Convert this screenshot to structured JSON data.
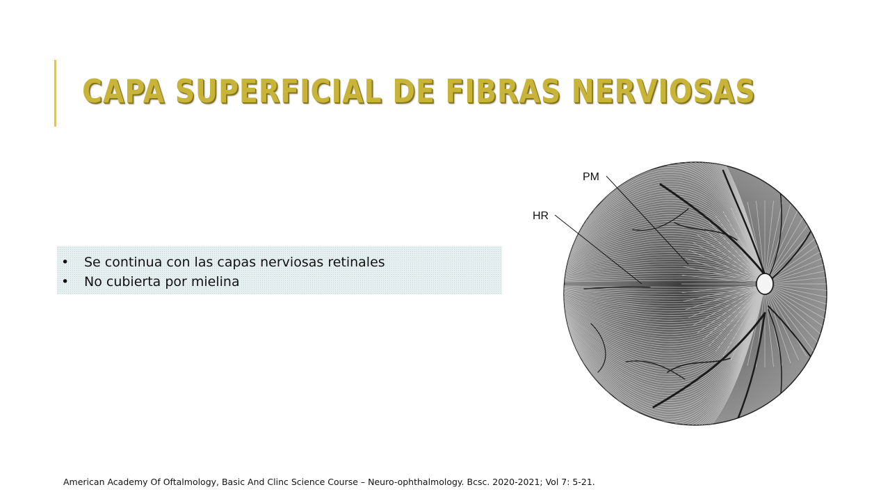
{
  "slide": {
    "title": "CAPA SUPERFICIAL DE FIBRAS NERVIOSAS",
    "bullets": [
      "Se continua con las capas nerviosas retinales",
      "No cubierta por mielina"
    ],
    "bullet_symbol": "•",
    "figure": {
      "label_pm": "PM",
      "label_hr": "HR"
    },
    "citation": "American Academy Of Oftalmology, Basic And Clinc Science Course – Neuro-ophthalmology. Bcsc. 2020-2021; Vol 7: 5-21."
  },
  "colors": {
    "title": "#c9b43a",
    "accent_bar": "#d8c46a",
    "bullet_box": "#e7f0f1"
  }
}
